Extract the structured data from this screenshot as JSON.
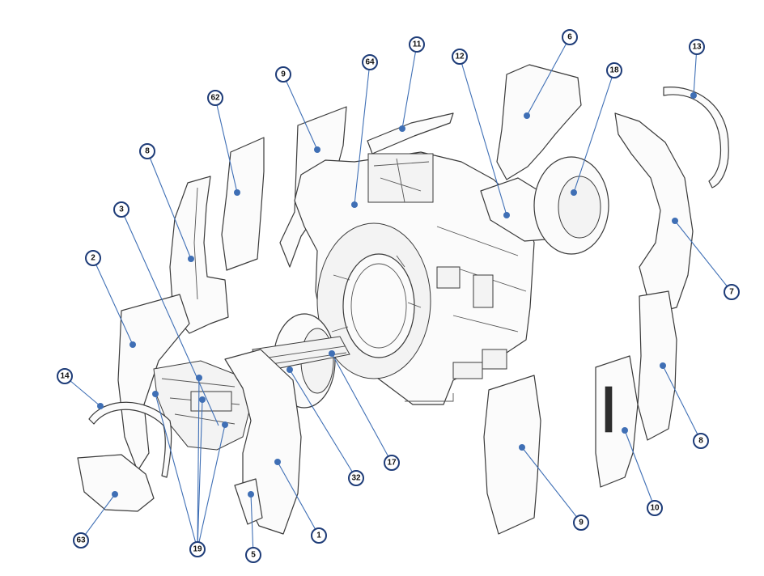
{
  "callouts": [
    {
      "id": "c11",
      "label": "11"
    },
    {
      "id": "c6",
      "label": "6"
    },
    {
      "id": "c64",
      "label": "64"
    },
    {
      "id": "c12",
      "label": "12"
    },
    {
      "id": "c13",
      "label": "13"
    },
    {
      "id": "c9a",
      "label": "9"
    },
    {
      "id": "c18",
      "label": "18"
    },
    {
      "id": "c62",
      "label": "62"
    },
    {
      "id": "c8a",
      "label": "8"
    },
    {
      "id": "c3",
      "label": "3"
    },
    {
      "id": "c2",
      "label": "2"
    },
    {
      "id": "c7",
      "label": "7"
    },
    {
      "id": "c14",
      "label": "14"
    },
    {
      "id": "c8b",
      "label": "8"
    },
    {
      "id": "c17",
      "label": "17"
    },
    {
      "id": "c32",
      "label": "32"
    },
    {
      "id": "c10",
      "label": "10"
    },
    {
      "id": "c9b",
      "label": "9"
    },
    {
      "id": "c1",
      "label": "1"
    },
    {
      "id": "c63",
      "label": "63"
    },
    {
      "id": "c19",
      "label": "19"
    },
    {
      "id": "c5",
      "label": "5"
    }
  ],
  "colors": {
    "leader": "#3f6fb5",
    "ring": "#1e3c78",
    "line": "#3a3a3a"
  }
}
